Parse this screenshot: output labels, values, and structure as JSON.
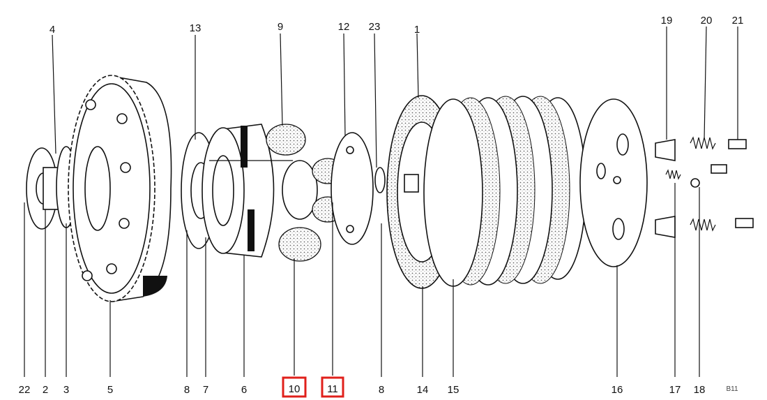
{
  "diagram": {
    "title": "Clutch assembly exploded view",
    "plate_code": "B11",
    "highlight_color": "#e0201b",
    "labels_top": [
      "4",
      "13",
      "9",
      "12",
      "23",
      "1",
      "19",
      "20",
      "21"
    ],
    "labels_bottom": [
      "22",
      "2",
      "3",
      "5",
      "8",
      "7",
      "6",
      "10",
      "11",
      "8",
      "14",
      "15",
      "16",
      "17",
      "18"
    ],
    "highlighted": [
      "10",
      "11"
    ]
  }
}
